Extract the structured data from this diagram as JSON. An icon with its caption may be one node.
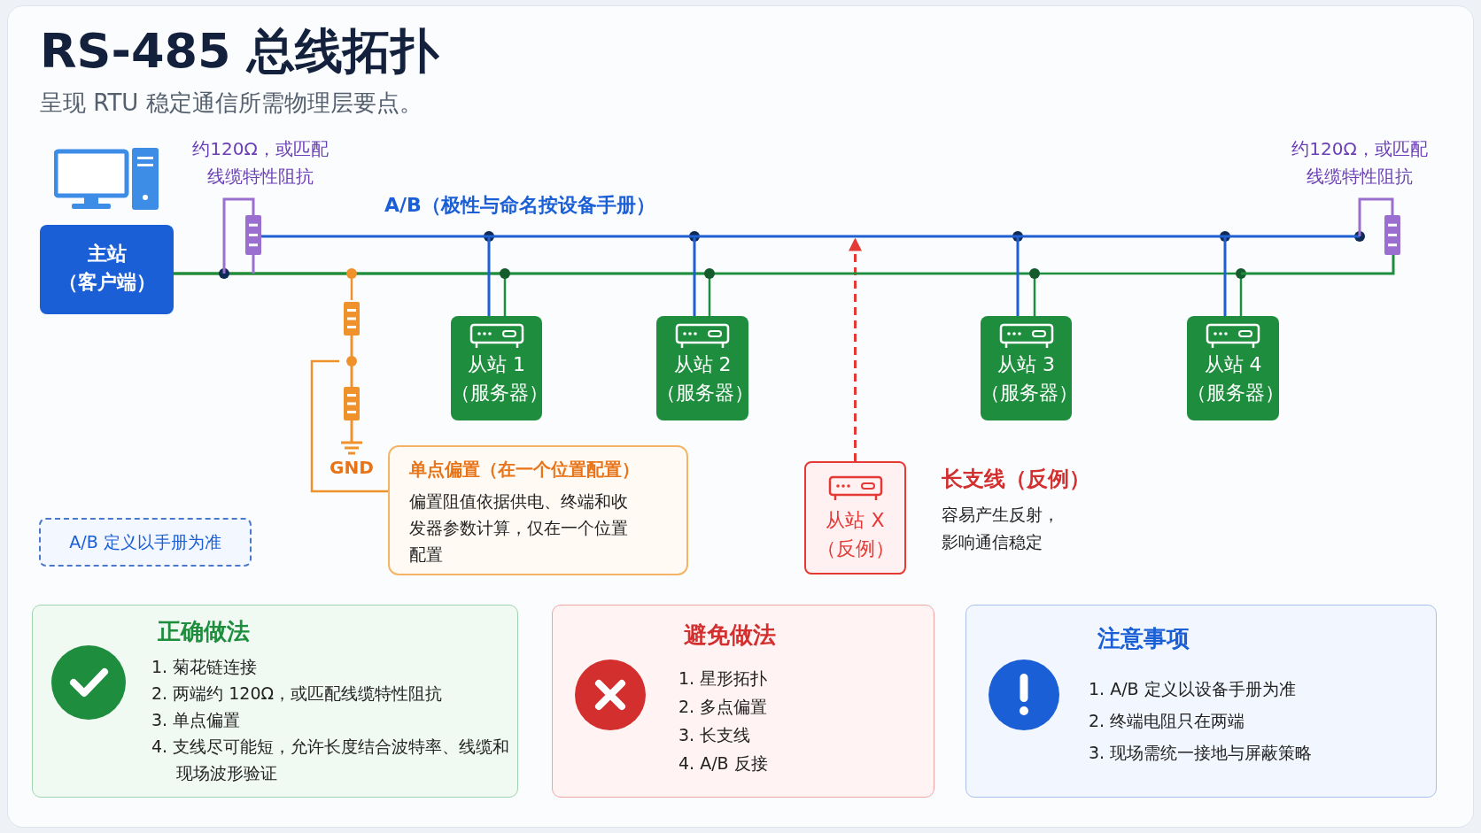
{
  "diagram": {
    "title": "RS-485 总线拓扑",
    "caption": "呈现 RTU 稳定通信所需物理层要点。",
    "nodes": [
      {
        "text": [
          "主站",
          "（客户端）"
        ]
      },
      {
        "text": [
          "从站 1",
          "（服务器）"
        ]
      },
      {
        "text": [
          "从站 2",
          "（服务器）"
        ]
      },
      {
        "text": [
          "从站 3",
          "（服务器）"
        ]
      },
      {
        "text": [
          "从站 4",
          "（服务器）"
        ]
      },
      {
        "text": [
          "从站 X",
          "（反例）"
        ],
        "beside": [
          "长支线（反例）",
          "容易产生反射，影响通信稳定"
        ]
      },
      {
        "text": [
          "单点偏置（在一个位置配置）",
          "偏置阻值依据供电、终端和收发器参数计算，仅在一个位置配置"
        ]
      },
      {
        "text": [
          "A/B 定义以手册为准"
        ]
      },
      {
        "text": [
          "正确做法",
          "1. 菊花链连接",
          "2. 两端约 120Ω，或匹配线缆特性阻抗",
          "3. 单点偏置",
          "4. 支线尽可能短，允许长度结合波特率、线缆和现场波形验证"
        ]
      },
      {
        "text": [
          "避免做法",
          "1. 星形拓扑",
          "2. 多点偏置",
          "3. 长支线",
          "4. A/B 反接"
        ]
      },
      {
        "text": [
          "注意事项",
          "1. A/B 定义以设备手册为准",
          "2. 终端电阻只在两端",
          "3. 现场需统一接地与屏蔽策略"
        ]
      },
      {
        "text": [],
        "shape": "resistor"
      }
    ],
    "edges": [
      {
        "from": 0,
        "to": 1,
        "arrow": "none"
      },
      {
        "from": 0,
        "to": 2,
        "arrow": "none"
      },
      {
        "from": 0,
        "to": 3,
        "arrow": "none"
      },
      {
        "from": 0,
        "to": 4,
        "arrow": "none"
      },
      {
        "from": 5,
        "to": null,
        "arrow": "to",
        "style": "dashed",
        "color": "#e53935"
      },
      {
        "from": 6,
        "to": 11,
        "arrow": "none",
        "color": "#f0922b"
      },
      {
        "from": 0,
        "to": 11,
        "arrow": "none",
        "color": "#f0922b"
      }
    ],
    "labels": [
      "约120Ω，或匹配线缆特性阻抗",
      "A/B（极性与命名按设备手册）",
      "GND",
      "约120Ω，或匹配线缆特性阻抗"
    ]
  }
}
